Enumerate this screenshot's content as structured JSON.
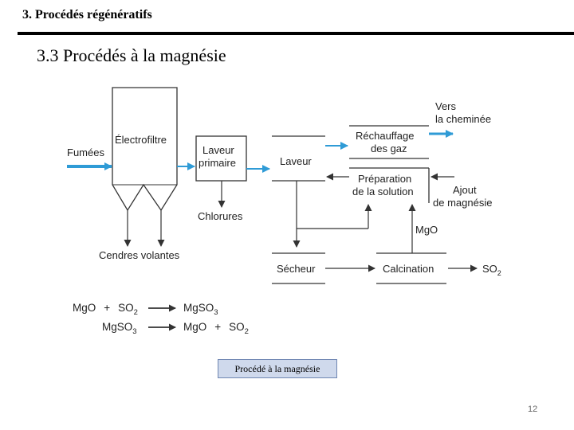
{
  "header": {
    "title": "3. Procédés régénératifs"
  },
  "section": {
    "title": "3.3 Procédés à la magnésie"
  },
  "diagram": {
    "fumees": "Fumées",
    "electrofiltre": "Électrofiltre",
    "laveur_primaire": [
      "Laveur",
      "primaire"
    ],
    "chlorures": "Chlorures",
    "cendres_volantes": "Cendres volantes",
    "laveur": "Laveur",
    "vers_cheminee": [
      "Vers",
      "la cheminée"
    ],
    "rechauffage": [
      "Réchauffage",
      "des gaz"
    ],
    "preparation": [
      "Préparation",
      "de la solution"
    ],
    "ajout": [
      "Ajout",
      "de magnésie"
    ],
    "mgo": "MgO",
    "secheur": "Sécheur",
    "calcination": "Calcination",
    "so2_out": {
      "base": "SO",
      "sub": "2"
    },
    "reaction_1": {
      "left": {
        "a": "MgO",
        "plus": "+",
        "b": "SO",
        "b_sub": "2"
      },
      "right": {
        "a": "MgSO",
        "a_sub": "3"
      }
    },
    "reaction_2": {
      "left": {
        "a": "MgSO",
        "a_sub": "3"
      },
      "right": {
        "a": "MgO",
        "plus": "+",
        "b": "SO",
        "b_sub": "2"
      }
    }
  },
  "caption": "Procédé à la magnésie",
  "page_number": "12",
  "colors": {
    "arrow_blue": "#2f9bd6",
    "line": "#333333",
    "caption_bg": "#cfd9ec"
  }
}
